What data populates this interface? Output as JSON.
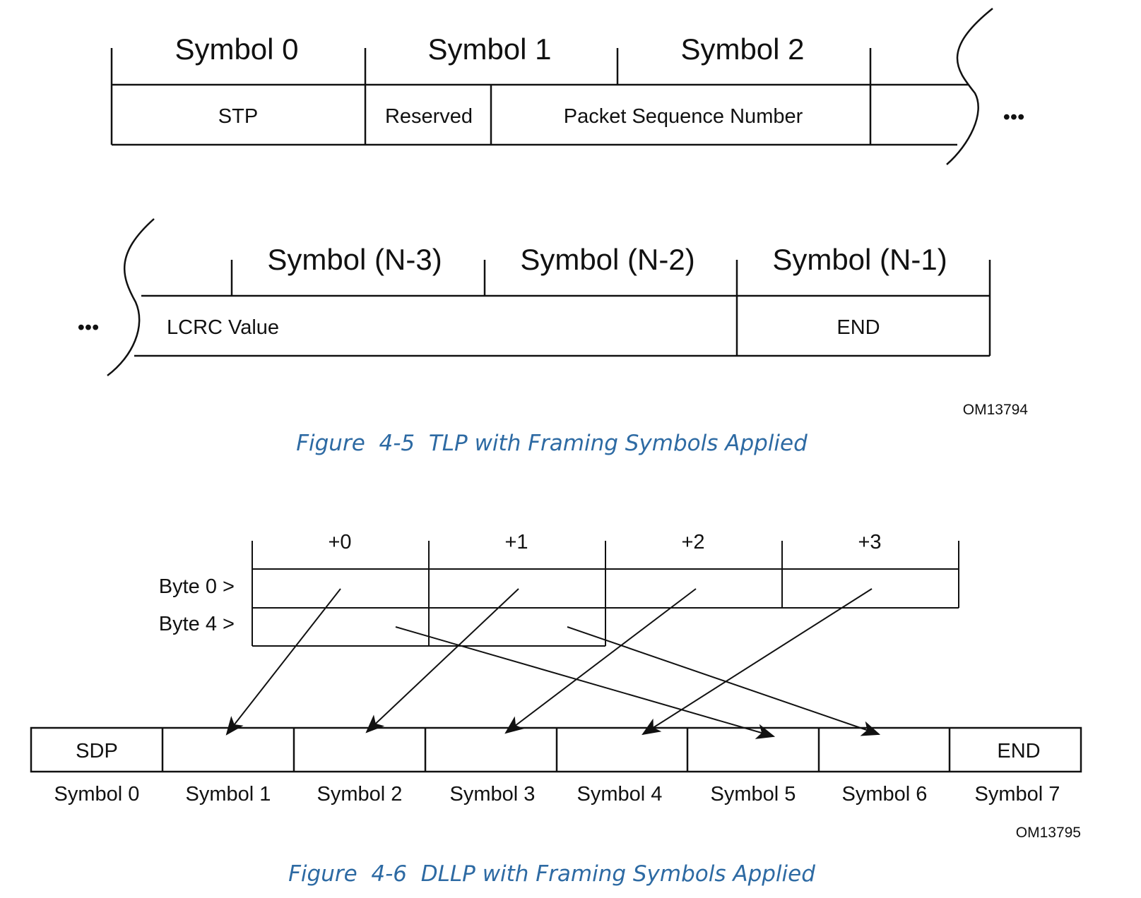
{
  "figure_tlp": {
    "symbols_top": [
      "Symbol 0",
      "Symbol 1",
      "Symbol 2"
    ],
    "fields_top": [
      "STP",
      "Reserved",
      "Packet Sequence Number"
    ],
    "symbols_bottom": [
      "Symbol (N-3)",
      "Symbol (N-2)",
      "Symbol (N-1)"
    ],
    "fields_bottom": [
      "LCRC Value",
      "END"
    ],
    "ellipsis": "•••",
    "id": "OM13794",
    "caption": "Figure  4-5  TLP with Framing Symbols Applied"
  },
  "figure_dllp": {
    "byte_offsets": [
      "+0",
      "+1",
      "+2",
      "+3"
    ],
    "byte_rows": [
      "Byte 0 >",
      "Byte 4 >"
    ],
    "fields": [
      "SDP",
      "",
      "",
      "",
      "",
      "",
      "",
      "END"
    ],
    "symbols": [
      "Symbol 0",
      "Symbol 1",
      "Symbol 2",
      "Symbol 3",
      "Symbol 4",
      "Symbol 5",
      "Symbol 6",
      "Symbol 7"
    ],
    "id": "OM13795",
    "caption": "Figure  4-6  DLLP with Framing Symbols Applied"
  }
}
